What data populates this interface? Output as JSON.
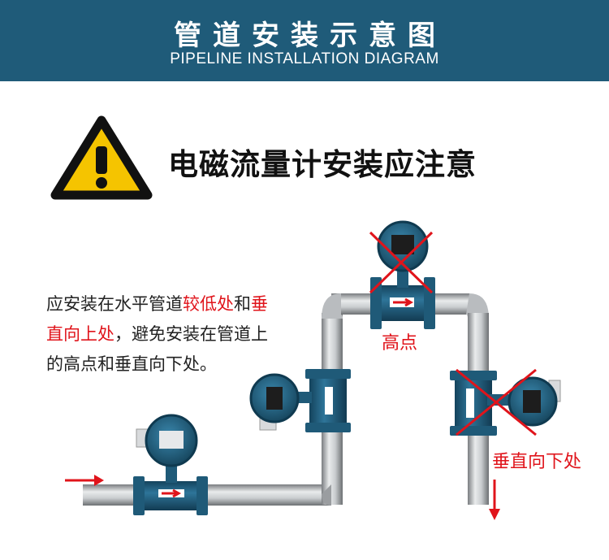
{
  "header": {
    "title_cn": "管道安装示意图",
    "title_en": "PIPELINE INSTALLATION DIAGRAM"
  },
  "heading": "电磁流量计安装应注意",
  "note": {
    "line1_a": "应安装在水平管道",
    "line1_b": "较低处",
    "line1_c": "和",
    "line1_d": "垂",
    "line2_a": "直向上处",
    "line2_b": "，避免安装在管道上",
    "line3": "的高点和垂直向下处。"
  },
  "labels": {
    "high_point": "高点",
    "vertical_down": "垂直向下处"
  },
  "icons": {
    "warning": "warning-triangle-icon",
    "flow_arrow": "arrow-right-icon",
    "down_arrow": "arrow-down-icon",
    "cross": "cross-mark-icon"
  },
  "colors": {
    "banner": "#1f5b79",
    "accent_red": "#e0141b",
    "meter_blue": "#1f5a78",
    "warning_yellow": "#f5c400"
  }
}
